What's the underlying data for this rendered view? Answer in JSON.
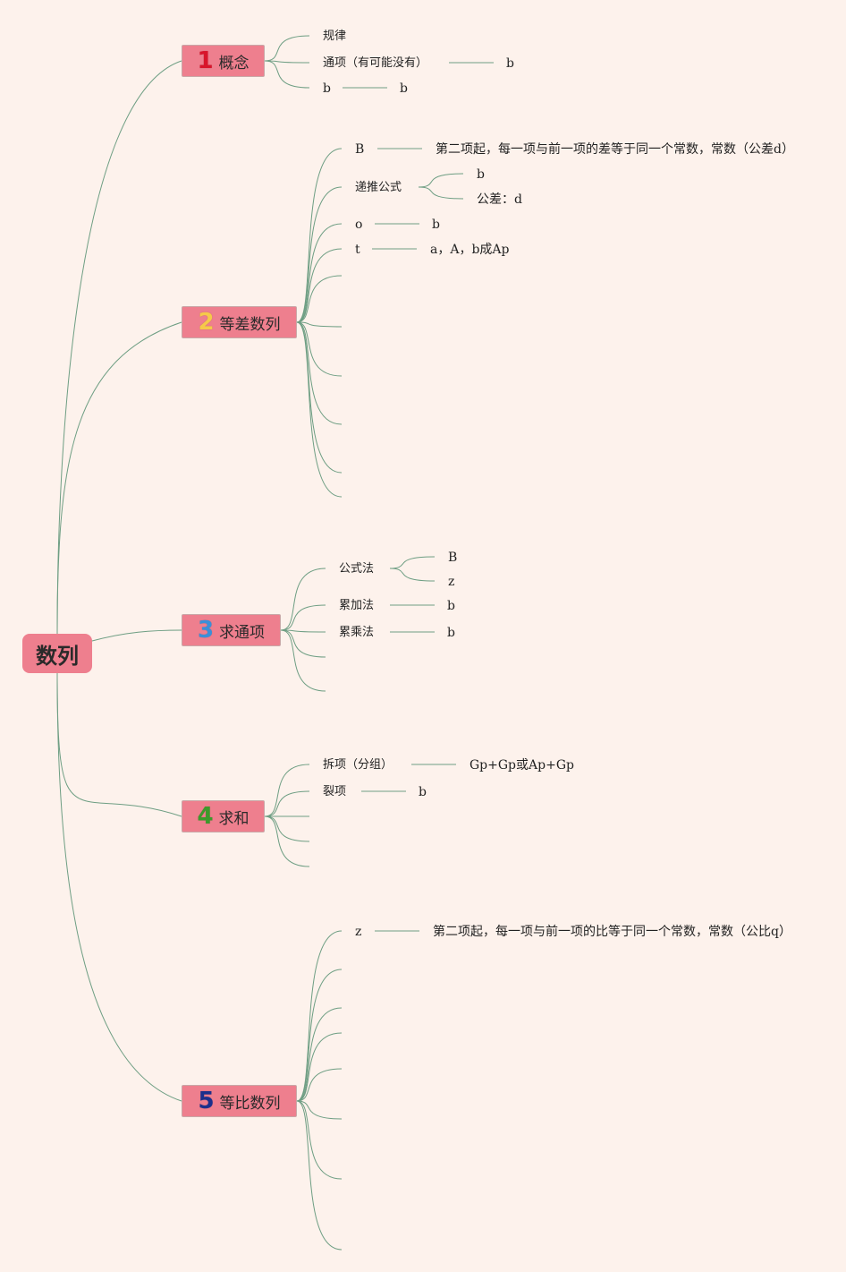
{
  "root": {
    "label": "数列"
  },
  "branches": [
    {
      "num": "1",
      "num_color": "#d8152b",
      "label": "概念",
      "items": [
        {
          "text": "规律"
        },
        {
          "text": "通项（有可能没有）",
          "child": "b"
        },
        {
          "text": "b",
          "child": "b"
        }
      ]
    },
    {
      "num": "2",
      "num_color": "#f6c94a",
      "label": "等差数列",
      "items": [
        {
          "text": "B",
          "child": "第二项起，每一项与前一项的差等于同一个常数，常数（公差d）"
        },
        {
          "text": "递推公式",
          "children": [
            "b",
            "公差：d"
          ]
        },
        {
          "text": "o",
          "child": "b"
        },
        {
          "text": "t",
          "child": "a，A，b成Ap"
        }
      ]
    },
    {
      "num": "3",
      "num_color": "#3b8fd8",
      "label": "求通项",
      "items": [
        {
          "text": "公式法",
          "children": [
            "B",
            "z"
          ]
        },
        {
          "text": "累加法",
          "child": "b"
        },
        {
          "text": "累乘法",
          "child": "b"
        }
      ]
    },
    {
      "num": "4",
      "num_color": "#3d9a2b",
      "label": "求和",
      "items": [
        {
          "text": "拆项（分组）",
          "child": "Gp+Gp或Ap+Gp"
        },
        {
          "text": "裂项",
          "child": "b"
        }
      ]
    },
    {
      "num": "5",
      "num_color": "#1c2f8c",
      "label": "等比数列",
      "items": [
        {
          "text": "z",
          "child": "第二项起，每一项与前一项的比等于同一个常数，常数（公比q）"
        }
      ]
    }
  ],
  "colors": {
    "edge": "#6e9e83",
    "node_fill": "#ee7f8e",
    "background": "#fdf2ec"
  }
}
